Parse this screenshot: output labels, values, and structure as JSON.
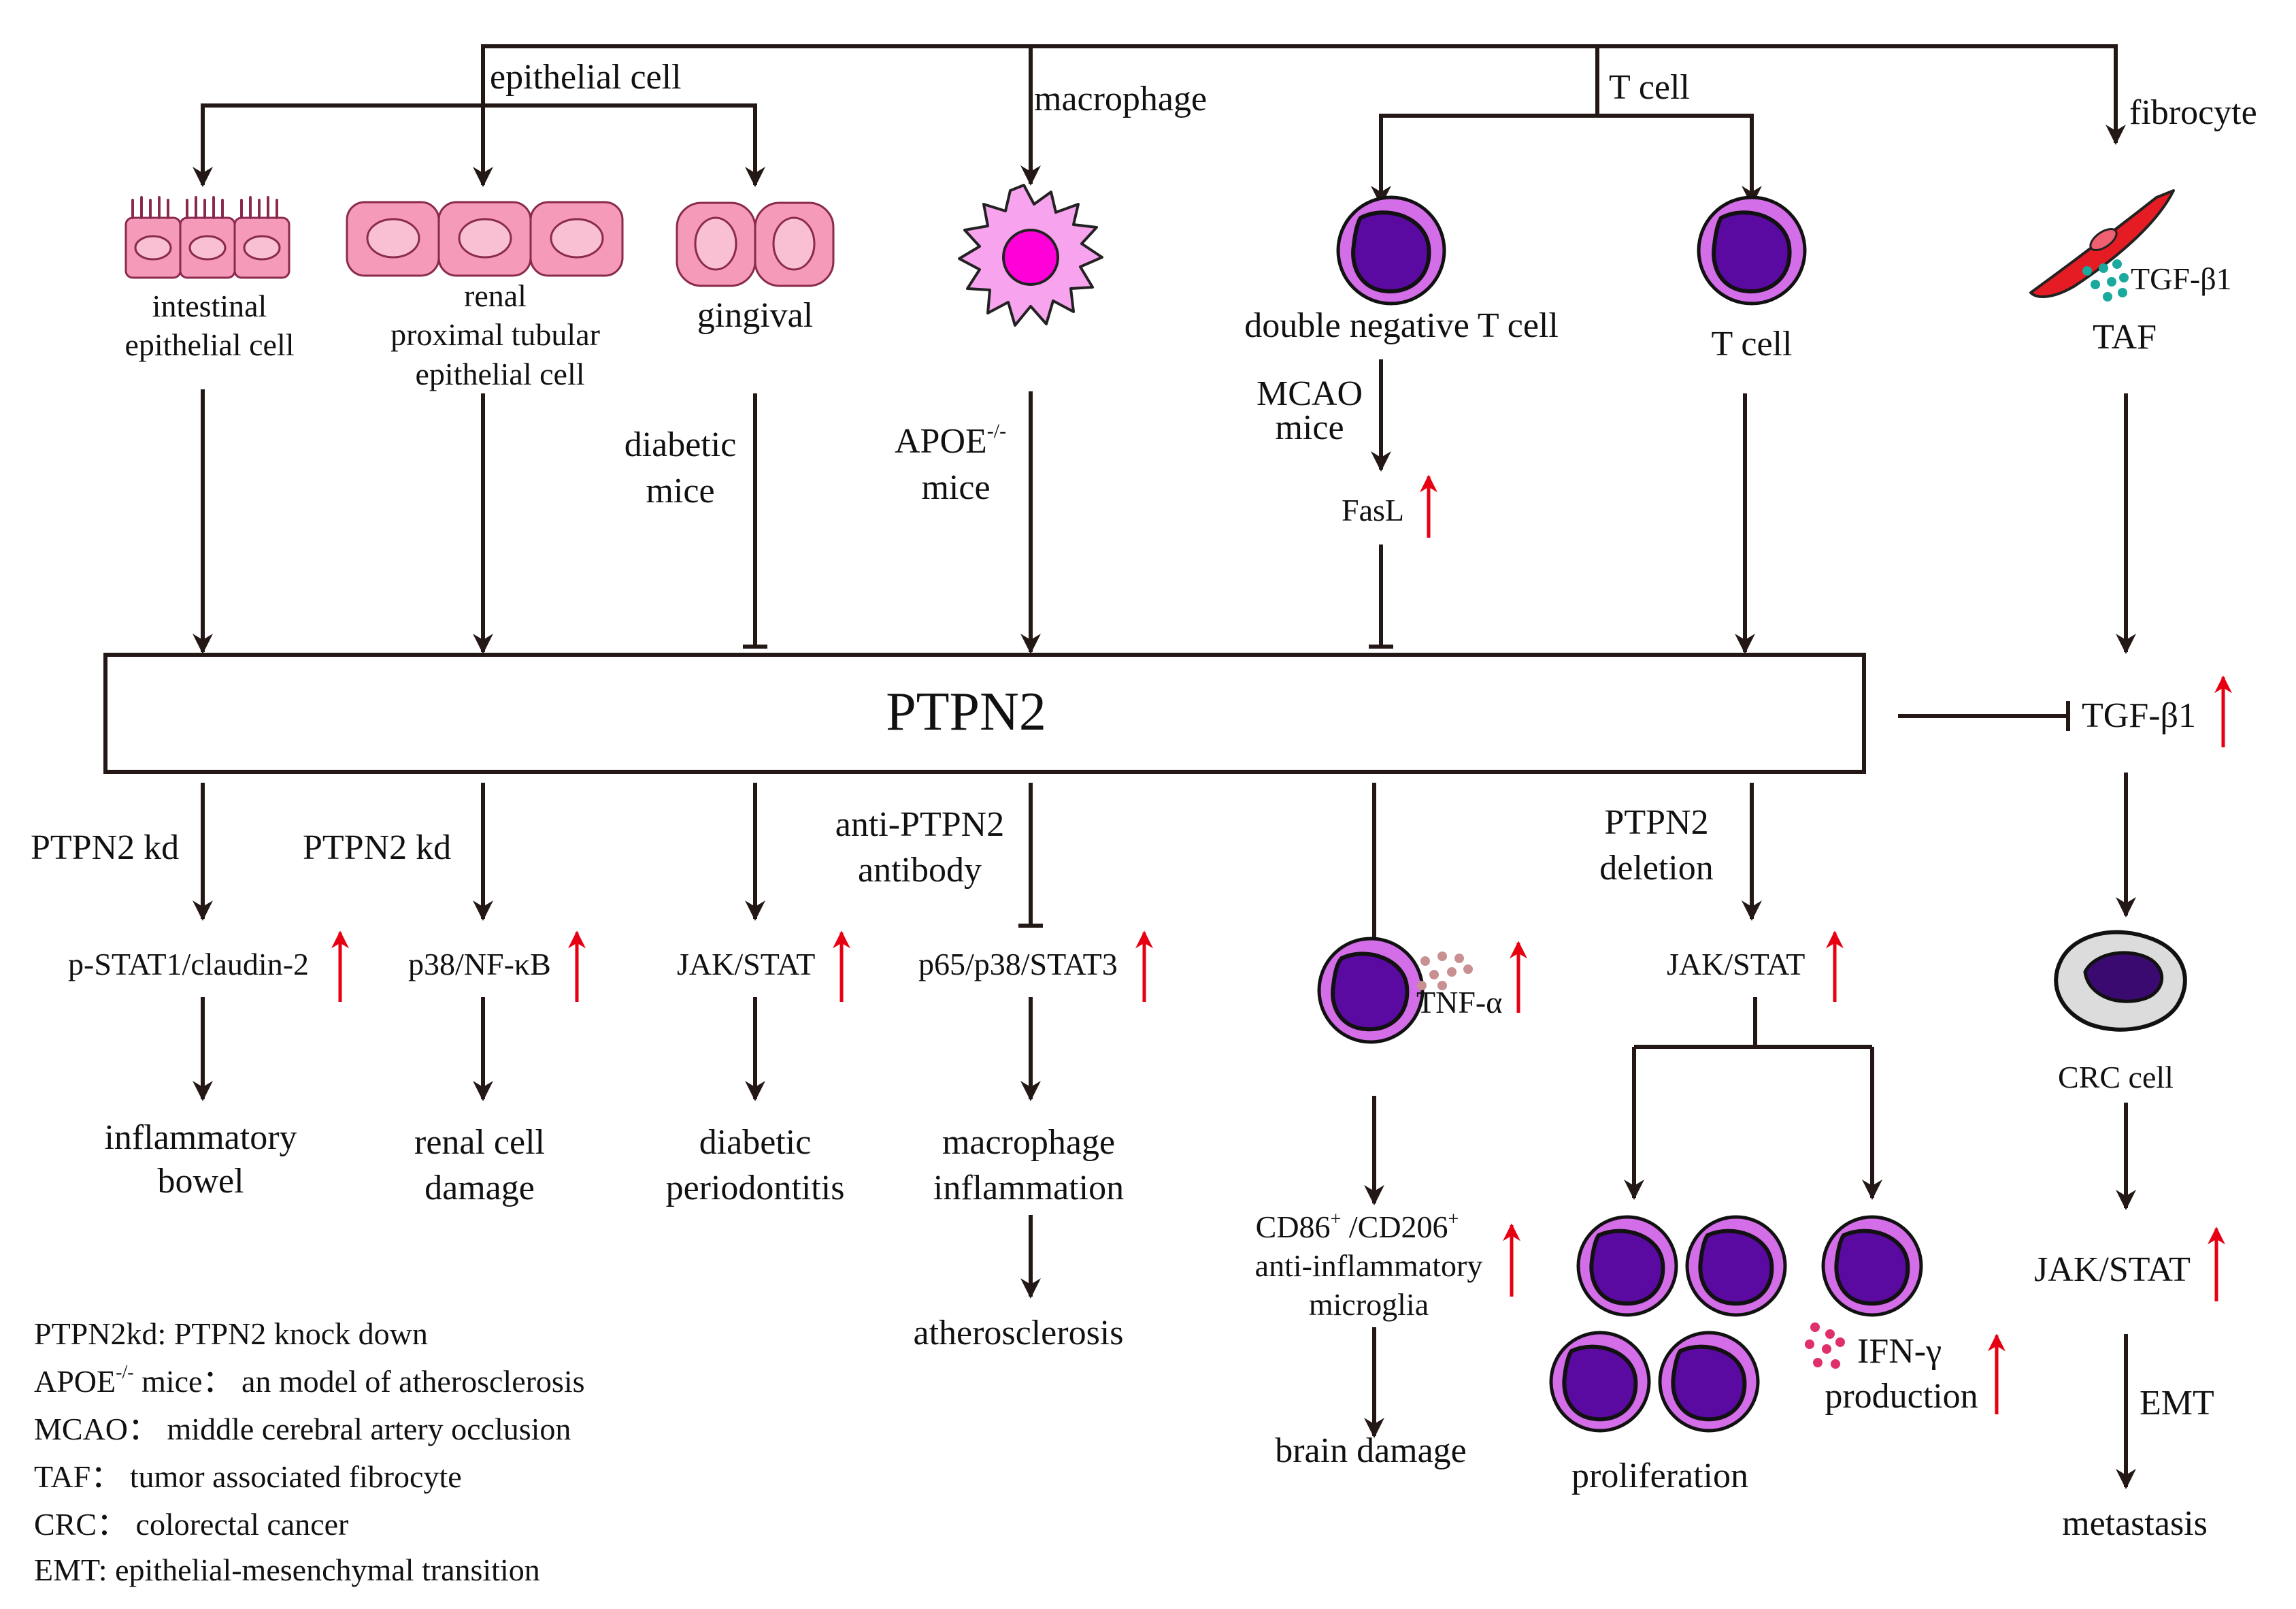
{
  "groups": {
    "epithelial_cell": "epithelial cell",
    "macrophage": "macrophage",
    "t_cell": "T cell",
    "fibrocyte": "fibrocyte"
  },
  "cells": {
    "intestinal": [
      "intestinal",
      "epithelial cell"
    ],
    "renal": [
      "renal",
      "proximal tubular",
      "epithelial cell"
    ],
    "gingival": "gingival",
    "dnt": "double negative T cell",
    "tcell": "T cell",
    "taf": "TAF",
    "tgf_small": "TGF-β1"
  },
  "upper": {
    "diabetic_mice": [
      "diabetic",
      "mice"
    ],
    "apoe_mice_base": "APOE",
    "apoe_mice_sup": "-/-",
    "apoe_mice_2": "mice",
    "mcao_mice": [
      "MCAO",
      "mice"
    ],
    "fasl": "FasL"
  },
  "center": {
    "label": "PTPN2"
  },
  "right": {
    "tgf": "TGF-β1",
    "crc": "CRC cell",
    "jakstat": "JAK/STAT",
    "emt": "EMT",
    "metastasis": "metastasis"
  },
  "lower": {
    "kd1": "PTPN2 kd",
    "kd2": "PTPN2 kd",
    "antibody": [
      "anti-PTPN2",
      "antibody"
    ],
    "deletion": [
      "PTPN2",
      "deletion"
    ],
    "pstat": "p-STAT1/claudin-2",
    "p38nfkb": "p38/NF-κB",
    "jak1": "JAK/STAT",
    "p65": "p65/p38/STAT3",
    "tnf": "TNF-α",
    "jak2": "JAK/STAT",
    "out_ibd": [
      "inflammatory",
      "bowel"
    ],
    "out_renal": [
      "renal cell",
      "damage"
    ],
    "out_perio": [
      "diabetic",
      "periodontitis"
    ],
    "out_macro": [
      "macrophage",
      "inflammation"
    ],
    "out_athero": "atherosclerosis",
    "cd86_a": "CD86",
    "cd86_sup1": "+",
    "cd86_b": " /CD206",
    "cd86_sup2": "+",
    "microglia": [
      "anti-inflammatory",
      "microglia"
    ],
    "brain": "brain damage",
    "prolif": "proliferation",
    "ifn": [
      "IFN-γ",
      "production"
    ]
  },
  "legend": {
    "l1": "PTPN2kd: PTPN2 knock down",
    "l2_base": "APOE",
    "l2_sup": "-/-",
    "l2_rest": " mice：  an model of atherosclerosis",
    "l3": "MCAO：  middle cerebral artery occlusion",
    "l4": "TAF：  tumor associated fibrocyte",
    "l5": "CRC：  colorectal cancer",
    "l6": "EMT: epithelial-mesenchymal transition"
  },
  "colors": {
    "line": "#231815",
    "up_arrow": "#e60012",
    "epithelium": "#f59ab8",
    "cell_outer": "#d36ee8",
    "nucleus": "#5a0aa0",
    "macrophage": "#f7a3ee",
    "macrophage_core": "#ff00d8",
    "fibrocyte": "#e51c23",
    "tgf_dots": "#1aa99d",
    "tnf_dots": "#c89090",
    "ifn_dots": "#e0306a",
    "crc_outer": "#dcdcdc",
    "crc_nucleus": "#3a0a70"
  }
}
